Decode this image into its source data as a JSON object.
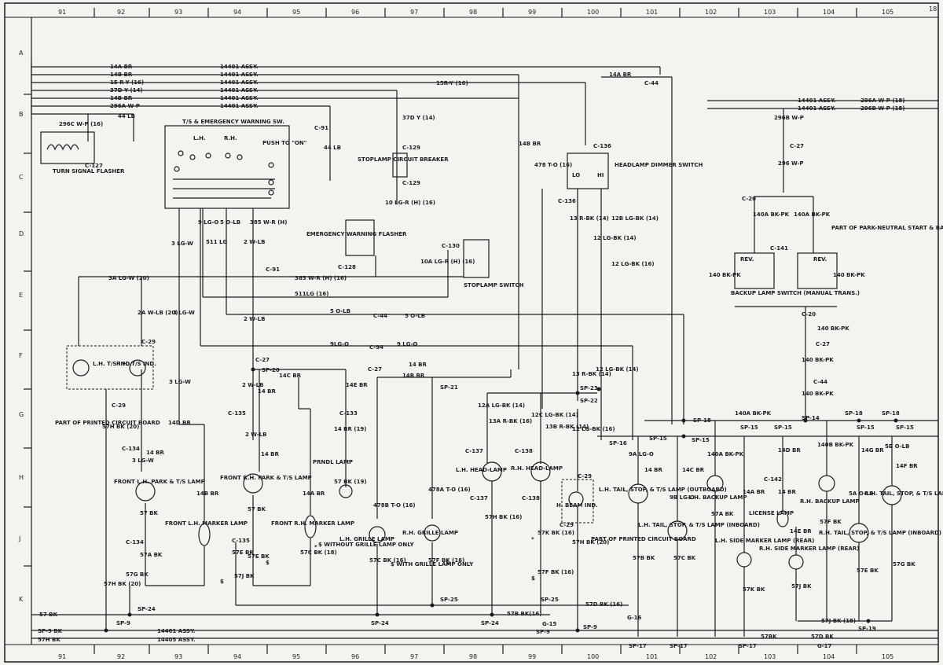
{
  "columns": [
    "91",
    "92",
    "93",
    "94",
    "95",
    "96",
    "97",
    "98",
    "99",
    "100",
    "101",
    "102",
    "103",
    "104",
    "105"
  ],
  "rows": [
    "A",
    "B",
    "C",
    "D",
    "E",
    "F",
    "G",
    "H",
    "J",
    "K"
  ],
  "corner_label": "18",
  "harness_top": [
    {
      "circuit": "14A BR",
      "assy": "14401 ASSY."
    },
    {
      "circuit": "14B BR",
      "assy": "14401 ASSY."
    },
    {
      "circuit": "15 R-Y (16)",
      "assy": "14401 ASSY."
    },
    {
      "circuit": "37D Y (14)",
      "assy": "14401 ASSY."
    },
    {
      "circuit": "14B BR",
      "assy": "14401 ASSY."
    },
    {
      "circuit": "296A W-P",
      "assy": "14401 ASSY."
    }
  ],
  "labels": {
    "l296c": "296C W-P (16)",
    "l44lb": "44 LB",
    "c127": "C-127",
    "turn_flasher": "TURN SIGNAL FLASHER",
    "ts_switch": "T/S & EMERGENCY WARNING SW.",
    "push_on": "PUSH TO \"ON\"",
    "lh": "L.H.",
    "rh": "R.H.",
    "c91a": "C-91",
    "l44lb_v": "44 LB",
    "l15ry": "15R-Y (16)",
    "l14abr": "14A BR",
    "c44a": "C-44",
    "assy_r1": "14401 ASSY.",
    "assy_r1w": "296A W-P (18)",
    "assy_r2": "14401 ASSY.",
    "assy_r2w": "296B W-P (18)",
    "l37d": "37D Y (14)",
    "c129a": "C-129",
    "stoplamp_cb": "STOPLAMP CIRCUIT BREAKER",
    "c129b": "C-129",
    "l10lgr": "10 LG-R (H) (16)",
    "l14bbr": "14B BR",
    "l478": "478 T-O (16)",
    "c136a": "C-136",
    "dimmer": "HEADLAMP DIMMER SWITCH",
    "lo": "LO",
    "hi": "HI",
    "c136b": "C-136",
    "l13rbk": "13 R-BK (14)",
    "l12blgbk": "12B LG-BK (14)",
    "l12lgbk_a": "12 LG-BK (14)",
    "l12lgbk_b": "12 LG-BK (16)",
    "l296bwp": "296B W-P",
    "c27a": "C-27",
    "l296wp": "296 W-P",
    "c20a": "C-20",
    "l140a": "140A BK-PK",
    "l140a2": "140A BK-PK",
    "park_neutral": "PART OF PARK-NEUTRAL START & BACKUP LAMP SWITCH (AUTO. TRANS.)",
    "c141": "C-141",
    "rev1": "REV.",
    "rev2": "REV.",
    "l140bkpk_l": "140 BK-PK",
    "l140bkpk_r": "140 BK-PK",
    "backup_sw": "BACKUP LAMP SWITCH (MANUAL TRANS.)",
    "c20b": "C-20",
    "l140_1": "140 BK-PK",
    "c27b": "C-27",
    "l140_2": "140 BK-PK",
    "c44b": "C-44",
    "l140_3": "140 BK-PK",
    "l9lgo": "9 LG-O",
    "l5olb": "5 O-LB",
    "l385": "385 W-R (H)",
    "l3lgw": "3 LG-W",
    "l511": "511 LG",
    "l2wlb": "2 W-LB",
    "c91b": "C-91",
    "emerg_flasher": "EMERGENCY WARNING FLASHER",
    "c128": "C-128",
    "c130": "C-130",
    "l10a": "10A LG-R (H) (16)",
    "stoplamp_sw": "STOPLAMP SWITCH",
    "l3alg": "3A LG-W (20)",
    "l385h": "385 W-R (H) (16)",
    "l511lg16": "511LG (16)",
    "l5olb_a": "5 O-LB",
    "c44c": "C-44",
    "l5olb_b": "5 O-LB",
    "l2a": "2A W-LB (20)",
    "l3lgw_b": "3 LG-W",
    "l2wlb_b": "2 W-LB",
    "c29a": "C-29",
    "l9lgo_a": "9LG-O",
    "c94": "C-94",
    "l9lgo_b": "9 LG-O",
    "lh_ts": "L.H. T/S IND.",
    "rh_ts": "R.H. T/S IND.",
    "c27c": "C-27",
    "sp20": "SP-20",
    "l14cbr": "14C BR",
    "c27d": "C-27",
    "l14br_f": "14 BR",
    "l14bbr_f": "14B BR",
    "l14ebr": "14E BR",
    "l3lgw_c": "3 LG-W",
    "l2wlb_c": "2 W-LB",
    "l14br_c": "14 BR",
    "c29b": "C-29",
    "pcb_left": "PART OF PRINTED CIRCUIT BOARD",
    "l57h20": "57H BK (20)",
    "l14d": "14D BR",
    "c135a": "C-135",
    "c133": "C-133",
    "l14br19": "14 BR (19)",
    "sp21": "SP-21",
    "c134a": "C-134",
    "l3lgw_d": "3 LG-W",
    "l14br_d": "14 BR",
    "l2wlb_d": "2 W-LB",
    "l14br_e": "14 BR",
    "prndl": "PRNDL LAMP",
    "front_lh": "FRONT L.H. PARK & T/S LAMP",
    "front_rh": "FRONT R.H. PARK & T/S LAMP",
    "l14bbr_h": "14B BR",
    "l57bk_a": "57 BK",
    "l57bk_b": "57 BK",
    "l57bk19": "57 BK (19)",
    "l14abr_h": "14A BR",
    "front_lh_marker": "FRONT L.H. MARKER LAMP",
    "front_rh_marker": "FRONT R.H. MARKER LAMP",
    "c134b": "C-134",
    "c135b": "C-135",
    "l57a": "57A BK",
    "l57e": "57E BK",
    "l57e2": "57E BK",
    "l57c18": "57C BK (18)",
    "without_grille": "$ WITHOUT GRILLE LAMP ONLY",
    "l57g": "57G BK",
    "l57j": "57J BK",
    "l57h20b": "57H BK (20)",
    "l478b": "478B T-O (16)",
    "l478a": "478A T-O (16)",
    "lh_grille": "L.H. GRILLE LAMP",
    "rh_grille": "R.H. GRILLE LAMP",
    "l57c16": "57C BK (16)",
    "with_grille": "$ WITH GRILLE LAMP ONLY",
    "l57f16": "57F BK (16)",
    "l12a": "12A LG-BK (14)",
    "l13a": "13A R-BK (16)",
    "l12c": "12C LG-BK (14)",
    "l13b": "13B R-BK (14)",
    "c137a": "C-137",
    "c138a": "C-138",
    "lh_head": "L.H. HEAD-LAMP",
    "rh_head": "R.H. HEAD-LAMP",
    "c137b": "C-137",
    "c138b": "C-138",
    "l57h16": "57H BK (16)",
    "l57k16": "57K BK (16)",
    "l57f16b": "57F BK (16)",
    "sp23": "SP-23",
    "sp22": "SP-22",
    "l13rbk_b": "13 R-BK (14)",
    "l12lgbk_c": "12 LG-BK (14)",
    "l12lgbk_d": "12 LG-BK (16)",
    "c29c": "C-29",
    "hbeam": "H. BEAM IND.",
    "c29d": "C-29",
    "pcb_right": "PART OF PRINTED CIRCUIT BOARD",
    "l57h20c": "57H BK (20)",
    "sp16": "SP-16",
    "sp15a": "SP-15",
    "l9a": "9A LG-O",
    "l9b": "9B LG-O",
    "l14br_g": "14 BR",
    "l14cbr_g": "14C BR",
    "lh_tail_out": "L.H. TAIL, STOP, & T/S LAMP (OUTBOARD)",
    "lh_tail_in": "L.H. TAIL, STOP, & T/S LAMP (INBOARD)",
    "l57b": "57B BK",
    "l57c": "57C BK",
    "sp18a": "SP-18",
    "l140a_g": "140A BK-PK",
    "sp15b": "SP-15",
    "sp15c": "SP-15",
    "sp15d": "SP-15",
    "sp14": "SP-14",
    "sp18b": "SP-18",
    "sp18c": "SP-18",
    "sp15e": "SP-15",
    "l140a_h": "140A BK-PK",
    "lh_backup": "L.H. BACKUP LAMP",
    "l57a_h": "57A BK",
    "l14d_h": "14D BR",
    "c142": "C-142",
    "l14abr_j": "14A BR",
    "l14br_j": "14 BR",
    "license": "LICENSE LAMP",
    "l140b": "140B BK-PK",
    "rh_backup": "R.H. BACKUP LAMP",
    "l57f": "57F BK",
    "l14g": "14G BR",
    "l5b": "5B O-LB",
    "l5a": "5A O-LB",
    "l14f": "14F BR",
    "lh_side": "L.H. SIDE MARKER LAMP (REAR)",
    "rh_side": "R.H. SIDE MARKER LAMP (REAR)",
    "l14e": "14E BR",
    "rh_tail_out": "R.H. TAIL, STOP, & T/S LAMP OUTBOARD",
    "rh_tail_in": "R.H. TAIL, STOP, & T/S LAMP (INBOARD)",
    "l57k": "57K BK",
    "l57j_b": "57J BK",
    "l57e_b": "57E BK",
    "l57g_b": "57G BK",
    "l57bk_k": "57 BK",
    "sp24a": "SP-24",
    "sp24b": "SP-24",
    "sp24c": "SP-24",
    "sp25a": "SP-25",
    "sp25b": "SP-25",
    "l57bk16": "57B BK(16)",
    "l57dbk": "57D BK (16)",
    "g16": "G-16",
    "sp9a": "SP-9",
    "sp9b": "SP-9",
    "sp9c": "SP-9",
    "g15": "G-15",
    "sp9bk": "SP-9 BK",
    "assy_b1": "14401 ASSY.",
    "l57hbk": "57H BK",
    "assy_b2": "14405 ASSY.",
    "sp17a": "SP-17",
    "sp17b": "SP-17",
    "sp17c": "SP-17",
    "l57bk_b2": "57BK",
    "l57d": "57D BK",
    "g17": "G-17",
    "l57j18": "57J BK (18)",
    "sp19": "SP-19",
    "dollar": "$",
    "dollar2": "$",
    "dollar3": "$",
    "dollar4": "$",
    "star": "*",
    "star2": "*"
  }
}
